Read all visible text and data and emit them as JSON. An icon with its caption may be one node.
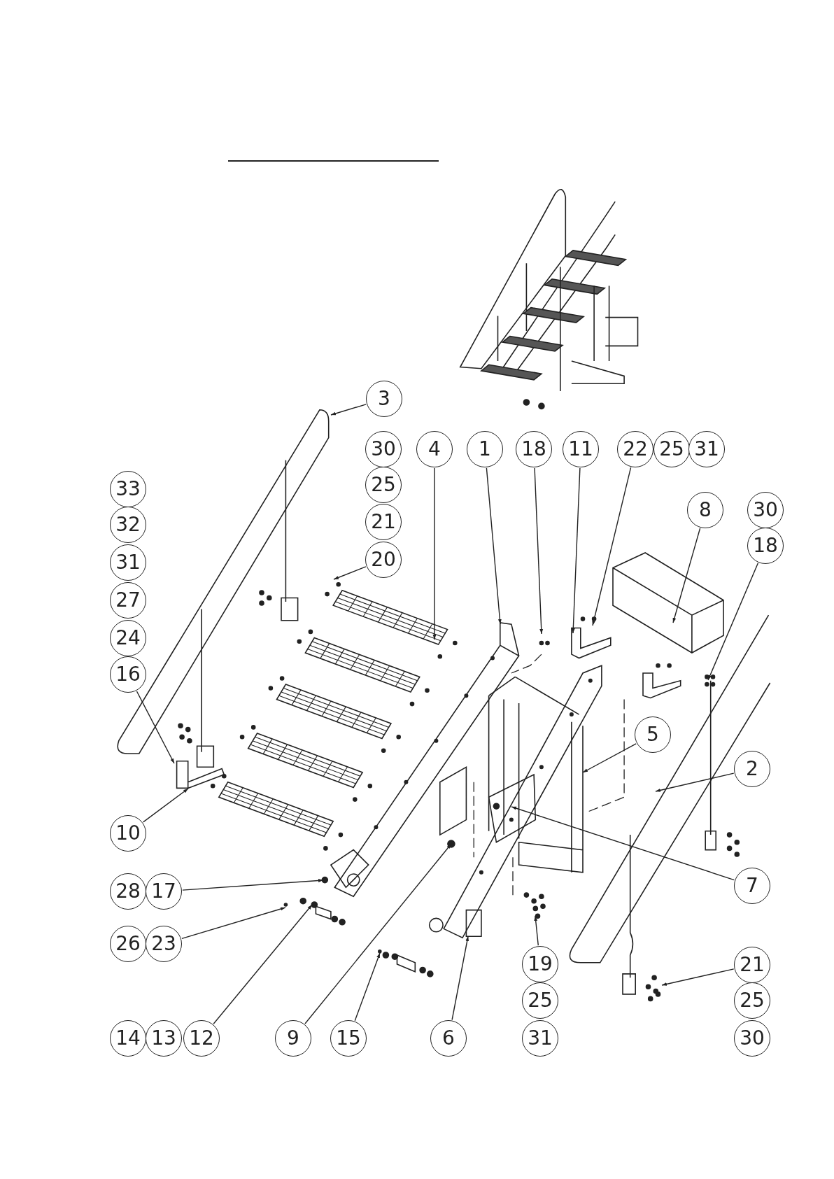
{
  "diagram": {
    "nodes": [
      {
        "text": [
          "3"
        ]
      },
      {
        "text": [
          "4"
        ]
      },
      {
        "text": [
          "1"
        ]
      },
      {
        "text": [
          "18"
        ]
      },
      {
        "text": [
          "11"
        ]
      },
      {
        "text": [
          "22"
        ]
      },
      {
        "text": [
          "8"
        ]
      },
      {
        "text": [
          "18"
        ]
      },
      {
        "text": [
          "20"
        ]
      },
      {
        "text": [
          "16"
        ]
      },
      {
        "text": [
          "5"
        ]
      },
      {
        "text": [
          "2"
        ]
      },
      {
        "text": [
          "10"
        ]
      },
      {
        "text": [
          "7"
        ]
      },
      {
        "text": [
          "17"
        ]
      },
      {
        "text": [
          "23"
        ]
      },
      {
        "text": [
          "19"
        ]
      },
      {
        "text": [
          "21"
        ]
      },
      {
        "text": [
          "12"
        ]
      },
      {
        "text": [
          "9"
        ]
      },
      {
        "text": [
          "15"
        ]
      },
      {
        "text": [
          "6"
        ]
      },
      {
        "text": [
          "30"
        ]
      },
      {
        "text": [
          "25"
        ]
      },
      {
        "text": [
          "31"
        ]
      },
      {
        "text": [
          "33"
        ]
      },
      {
        "text": [
          "25"
        ]
      },
      {
        "text": [
          "30"
        ]
      },
      {
        "text": [
          "32"
        ]
      },
      {
        "text": [
          "21"
        ]
      },
      {
        "text": [
          "31"
        ]
      },
      {
        "text": [
          "27"
        ]
      },
      {
        "text": [
          "24"
        ]
      },
      {
        "text": [
          "28"
        ]
      },
      {
        "text": [
          "26"
        ]
      },
      {
        "text": [
          "25"
        ]
      },
      {
        "text": [
          "25"
        ]
      },
      {
        "text": [
          "14"
        ]
      },
      {
        "text": [
          "13"
        ]
      },
      {
        "text": [
          "31"
        ]
      },
      {
        "text": [
          "30"
        ]
      }
    ],
    "edges": [
      {
        "from": 0,
        "to": null,
        "arrow": "to"
      },
      {
        "from": 1,
        "to": null,
        "arrow": "to"
      },
      {
        "from": 2,
        "to": null,
        "arrow": "to"
      },
      {
        "from": 3,
        "to": null,
        "arrow": "to"
      },
      {
        "from": 4,
        "to": null,
        "arrow": "to"
      },
      {
        "from": 5,
        "to": null,
        "arrow": "to"
      },
      {
        "from": 6,
        "to": null,
        "arrow": "to"
      },
      {
        "from": 7,
        "to": null,
        "arrow": "to"
      },
      {
        "from": 8,
        "to": null,
        "arrow": "to"
      },
      {
        "from": 9,
        "to": null,
        "arrow": "to"
      },
      {
        "from": 10,
        "to": null,
        "arrow": "to"
      },
      {
        "from": 11,
        "to": null,
        "arrow": "to"
      },
      {
        "from": 12,
        "to": null,
        "arrow": "to"
      },
      {
        "from": 13,
        "to": null,
        "arrow": "to"
      },
      {
        "from": 14,
        "to": null,
        "arrow": "to"
      },
      {
        "from": 15,
        "to": null,
        "arrow": "to"
      },
      {
        "from": 16,
        "to": null,
        "arrow": "to"
      },
      {
        "from": 17,
        "to": null,
        "arrow": "to"
      },
      {
        "from": 18,
        "to": null,
        "arrow": "to"
      },
      {
        "from": 19,
        "to": null,
        "arrow": "to"
      },
      {
        "from": 20,
        "to": null,
        "arrow": "to"
      },
      {
        "from": 21,
        "to": null,
        "arrow": "to"
      }
    ]
  }
}
